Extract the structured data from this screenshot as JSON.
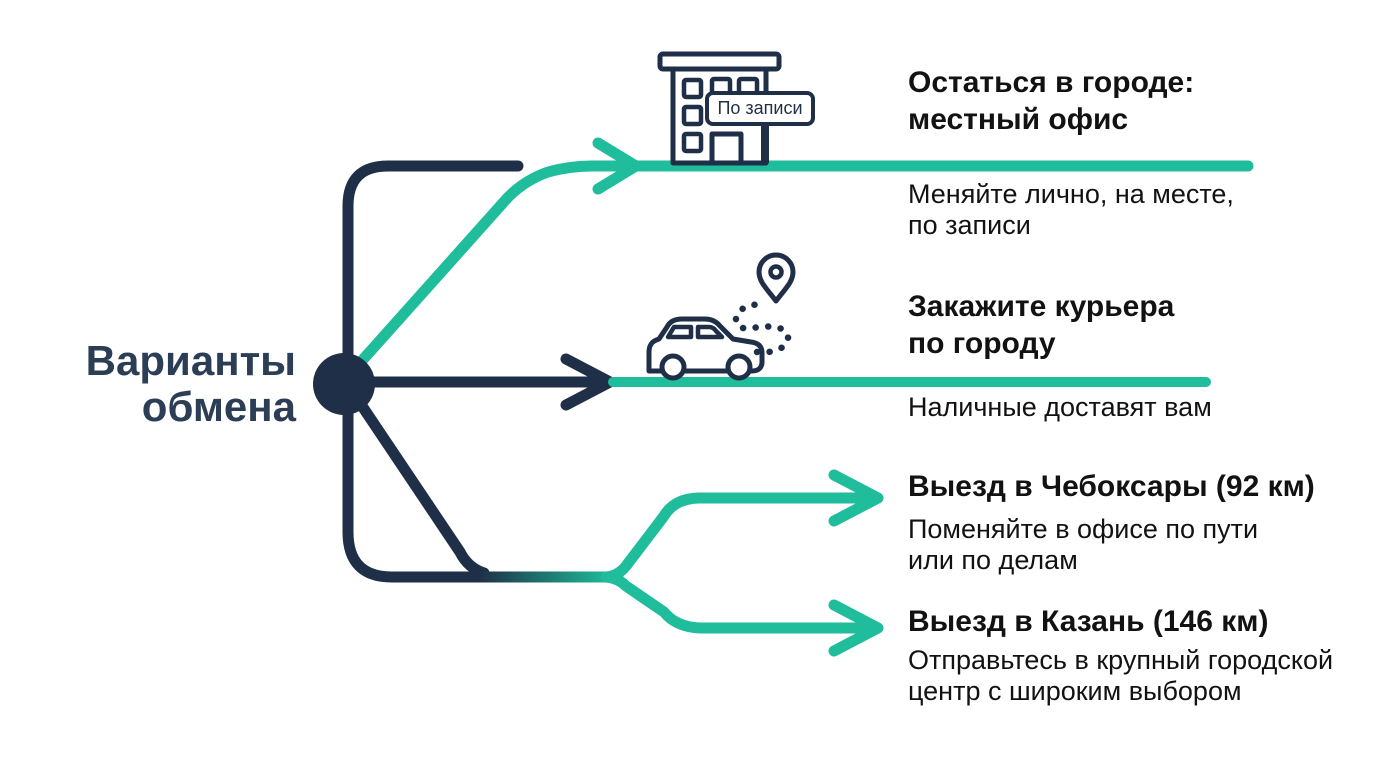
{
  "colors": {
    "navy": "#1F2F47",
    "teal": "#1FBD9B",
    "title_navy": "#2C3E55",
    "text_dark": "#121212",
    "background": "#FFFFFF"
  },
  "main_title": {
    "lines": [
      "Варианты",
      "обмена"
    ]
  },
  "branches": [
    {
      "name": "local-office",
      "icon": "office-building-icon",
      "badge": "По записи",
      "title_lines": [
        "Остаться в городе:",
        "местный офис"
      ],
      "desc_lines": [
        "Меняйте лично, на месте,",
        "по записи"
      ]
    },
    {
      "name": "city-courier",
      "icon": "car-route-pin-icon",
      "title_lines": [
        "Закажите курьера",
        "по городу"
      ],
      "desc_lines": [
        "Наличные доставят вам"
      ]
    },
    {
      "name": "cheboksary-trip",
      "title_lines": [
        "Выезд в Чебоксары (92 км)"
      ],
      "desc_lines": [
        "Поменяйте в офисе по пути",
        "или по делам"
      ]
    },
    {
      "name": "kazan-trip",
      "title_lines": [
        "Выезд в Казань (146 км)"
      ],
      "desc_lines": [
        "Отправьтесь в крупный городской",
        "центр с широким выбором"
      ]
    }
  ]
}
